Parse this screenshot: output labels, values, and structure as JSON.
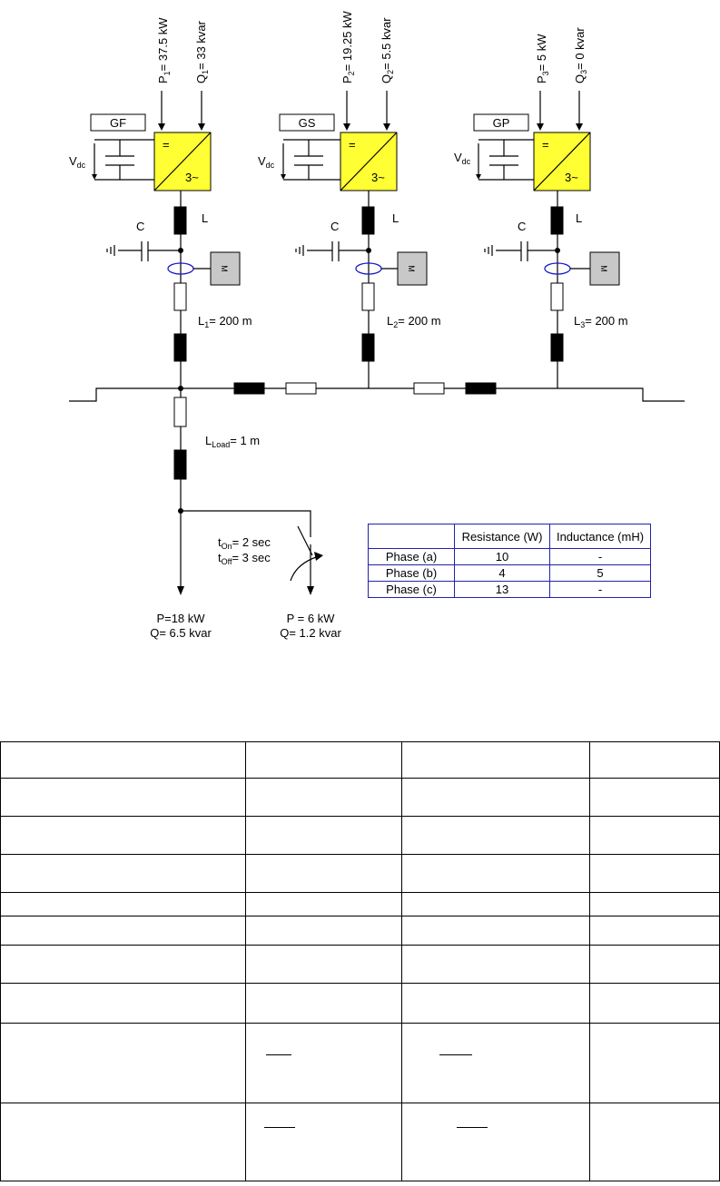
{
  "diagram": {
    "feeders": [
      {
        "p_label": "P",
        "p_sub": "1",
        "p_val": "= 37.5 kW",
        "q_label": "Q",
        "q_sub": "1",
        "q_val": "= 33 kvar",
        "mode": "GF",
        "vdc": "V",
        "vdc_sub": "dc",
        "conv_dc": "=",
        "conv_ac": "3~",
        "c": "C",
        "l": "L",
        "motor": "M",
        "line": "L",
        "line_sub": "1",
        "line_val": "= 200 m"
      },
      {
        "p_label": "P",
        "p_sub": "2",
        "p_val": "= 19.25 kW",
        "q_label": "Q",
        "q_sub": "2",
        "q_val": "= 5.5 kvar",
        "mode": "GS",
        "vdc": "V",
        "vdc_sub": "dc",
        "conv_dc": "=",
        "conv_ac": "3~",
        "c": "C",
        "l": "L",
        "motor": "M",
        "line": "L",
        "line_sub": "2",
        "line_val": "= 200 m"
      },
      {
        "p_label": "P",
        "p_sub": "3",
        "p_val": "= 5 kW",
        "q_label": "Q",
        "q_sub": "3",
        "q_val": "= 0 kvar",
        "mode": "GP",
        "vdc": "V",
        "vdc_sub": "dc",
        "conv_dc": "=",
        "conv_ac": "3~",
        "c": "C",
        "l": "L",
        "motor": "M",
        "line": "L",
        "line_sub": "3",
        "line_val": "= 200 m"
      }
    ],
    "load_line": {
      "label": "L",
      "sub": "Load",
      "val": "= 1 m"
    },
    "switch": {
      "ton": "t",
      "ton_sub": "On",
      "ton_val": "= 2 sec",
      "toff": "t",
      "toff_sub": "Off",
      "toff_val": "= 3 sec"
    },
    "load1": {
      "p": "P=18 kW",
      "q": "Q= 6.5 kvar"
    },
    "load2": {
      "p": "P = 6 kW",
      "q": "Q= 1.2 kvar"
    }
  },
  "phase_table": {
    "headers": [
      "",
      "Resistance (W)",
      "Inductance (mH)"
    ],
    "rows": [
      [
        "Phase (a)",
        "10",
        "-"
      ],
      [
        "Phase (b)",
        "4",
        "5"
      ],
      [
        "Phase (c)",
        "13",
        "-"
      ]
    ]
  }
}
